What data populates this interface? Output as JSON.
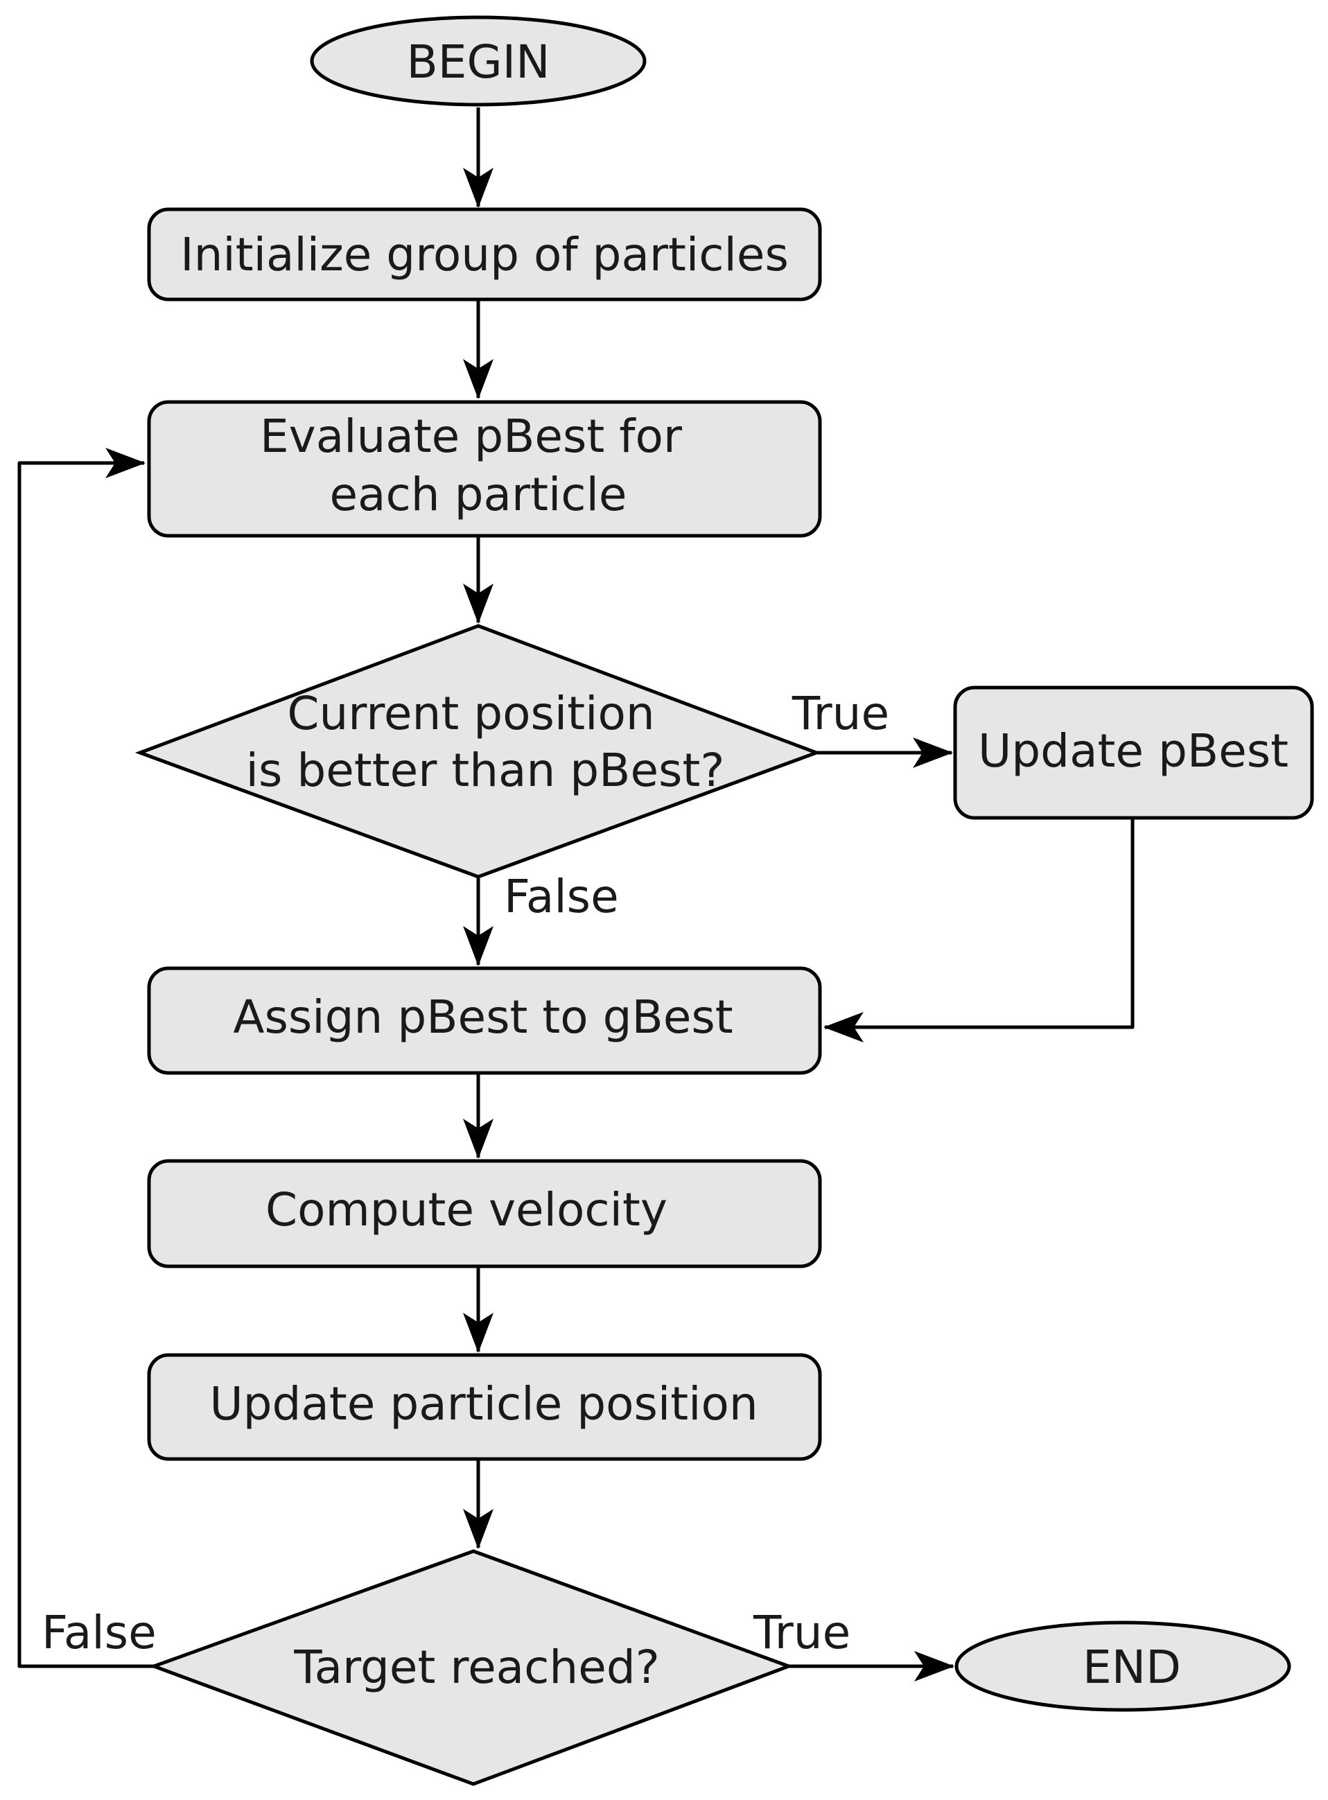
{
  "colors": {
    "node_fill": "#e6e6e6",
    "stroke": "#000000",
    "text": "#1a1a1a",
    "background": "#ffffff"
  },
  "nodes": {
    "begin": "BEGIN",
    "initialize": "Initialize group of particles",
    "evaluate": [
      "Evaluate pBest for",
      "each particle"
    ],
    "decision_position": [
      "Current position",
      "is better than pBest?"
    ],
    "update_pbest": "Update pBest",
    "assign": "Assign pBest to gBest",
    "compute_velocity": "Compute velocity",
    "update_position": "Update particle position",
    "decision_target": "Target reached?",
    "end": "END"
  },
  "edges": {
    "position_true": "True",
    "position_false": "False",
    "target_true": "True",
    "target_false": "False"
  }
}
